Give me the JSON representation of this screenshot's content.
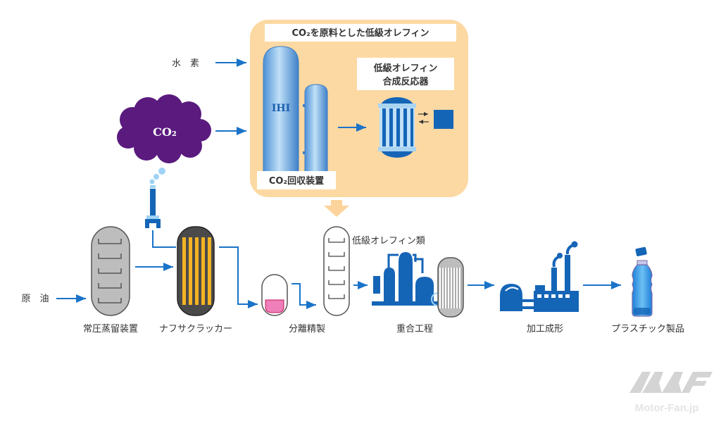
{
  "diagram": {
    "title_box": "CO₂を原料とした低級オレフィン",
    "reactor_label_line1": "低級オレフィン",
    "reactor_label_line2": "合成反応器",
    "capture_unit_label": "CO₂回収装置",
    "tower_brand": "IHI",
    "hydrogen_label": "水　素",
    "co2_cloud_label": "CO₂",
    "crude_oil_label": "原　油",
    "olefins_label": "低級オレフィン類",
    "steps": [
      {
        "name": "atmospheric-distillation",
        "label": "常圧蒸留装置"
      },
      {
        "name": "naphtha-cracker",
        "label": "ナフサクラッカー"
      },
      {
        "name": "separation-refining",
        "label": "分離精製"
      },
      {
        "name": "polymerization",
        "label": "重合工程"
      },
      {
        "name": "processing-molding",
        "label": "加工成形"
      },
      {
        "name": "plastic-products",
        "label": "プラスチック製品"
      }
    ],
    "colors": {
      "flow_blue": "#1a73c8",
      "equipment_blue": "#1565b7",
      "panel_orange": "#fcd9a3",
      "cloud_purple": "#5a1a7e",
      "cracker_dark": "#4a4a4a",
      "cracker_tubes": "#f5b323",
      "distillation_gray": "#bdbdbd",
      "liquid_pink": "#ee7fb8"
    }
  },
  "watermark": {
    "logo": "MF",
    "text": "Motor-Fan.jp"
  }
}
